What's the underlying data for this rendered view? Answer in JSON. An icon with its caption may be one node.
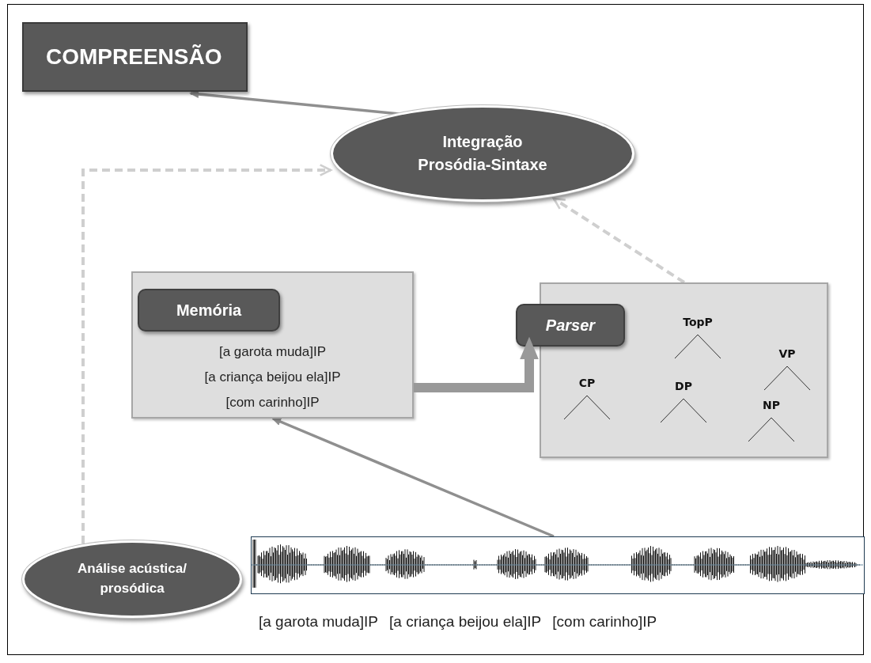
{
  "diagram": {
    "nodes": [
      {
        "text": [
          "COMPREENSÃO"
        ]
      },
      {
        "text": [
          "Integração Prosódia-Sintaxe"
        ]
      },
      {
        "text": [
          "[a garota muda]IP",
          "[a criança beijou ela]IP",
          "[com carinho]IP"
        ]
      },
      {
        "text": [
          "Memória"
        ],
        "in": 2
      },
      {
        "text": [
          "TopP",
          "VP",
          "CP",
          "DP",
          "NP"
        ]
      },
      {
        "text": [
          "Parser"
        ]
      },
      {
        "text": [],
        "shape": "picture",
        "beside": [
          "[a garota muda]IP",
          "[a criança beijou ela]IP",
          "[com carinho]IP"
        ]
      },
      {
        "text": [
          "Análise acústica/ prosódica"
        ]
      }
    ],
    "edges": [
      {
        "from": 1,
        "to": 0,
        "arrow": "to"
      },
      {
        "from": 7,
        "to": 1,
        "arrow": "to",
        "style": "dashed",
        "color": "#cfcfcf"
      },
      {
        "from": 4,
        "to": 1,
        "arrow": "to",
        "style": "dashed",
        "color": "#cfcfcf"
      },
      {
        "from": 6,
        "to": 2,
        "arrow": "to"
      },
      {
        "from": 2,
        "to": 5,
        "arrow": "to",
        "style": "thick",
        "color": "#999999"
      }
    ]
  }
}
